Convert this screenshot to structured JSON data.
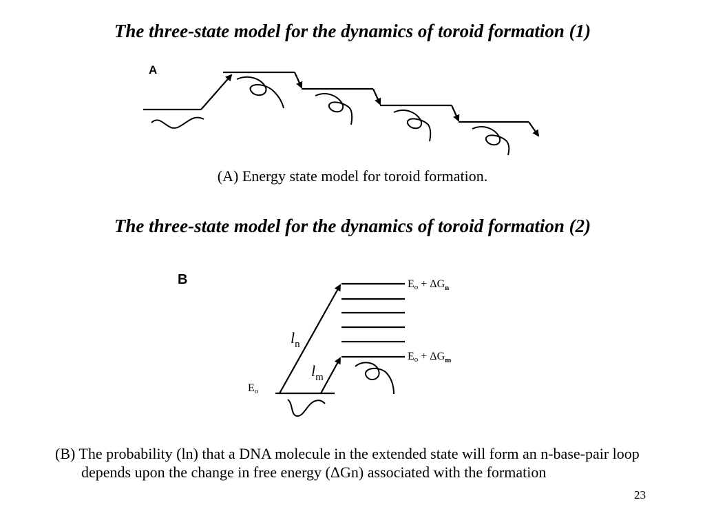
{
  "slide": {
    "title1": "The three-state model for the dynamics of toroid formation (1)",
    "title2": "The three-state model for the dynamics of toroid formation (2)",
    "caption_a": "(A) Energy state model for toroid formation.",
    "caption_b": "(B) The probability (ln) that a DNA molecule in the extended state will form an n-base-pair loop depends upon the change in free energy (ΔGn) associated with the formation",
    "page_number": "23"
  },
  "figure_a": {
    "panel_label": "A"
  },
  "figure_b": {
    "panel_label": "B",
    "label_en_base": "E",
    "label_en_base_sub": "o",
    "label_en_plus": " + ΔG",
    "label_en_sub": "n",
    "label_em_base": "E",
    "label_em_base_sub": "o",
    "label_em_plus": " + ΔG",
    "label_em_sub": "m",
    "label_eo": "E",
    "label_eo_sub": "o",
    "label_ln": "l",
    "label_ln_sub": "n",
    "label_lm": "l",
    "label_lm_sub": "m"
  }
}
